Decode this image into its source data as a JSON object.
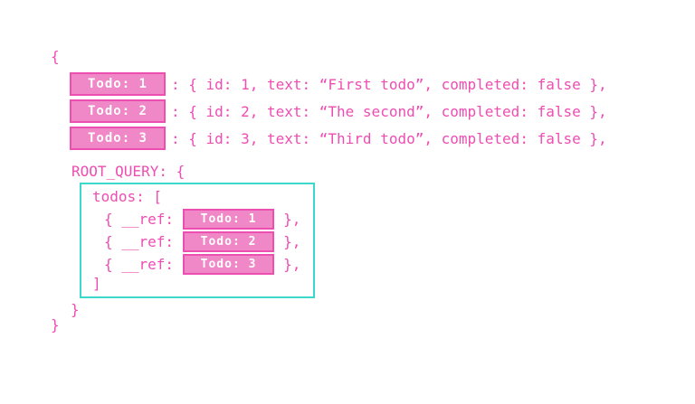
{
  "colors": {
    "background": "#ffffff",
    "text_pink": "#ee4db2",
    "badge_fill": "#f087c6",
    "badge_border": "#ec4fb0",
    "badge_text": "#ffffff",
    "box_border": "#3bd8cb"
  },
  "diagram": {
    "outer_open_brace": "{",
    "entities": [
      {
        "badge": "Todo: 1",
        "value": ": { id: 1, text: “First todo”, completed: false },"
      },
      {
        "badge": "Todo: 2",
        "value": ": { id: 2, text: “The second”, completed: false },"
      },
      {
        "badge": "Todo: 3",
        "value": ": { id: 3, text: “Third todo”, completed: false },"
      }
    ],
    "root_query": {
      "label": "ROOT_QUERY: {",
      "todos_open": "todos: [",
      "refs": [
        {
          "prefix": "{ __ref:",
          "badge": "Todo: 1",
          "suffix": "},"
        },
        {
          "prefix": "{ __ref:",
          "badge": "Todo: 2",
          "suffix": "},"
        },
        {
          "prefix": "{ __ref:",
          "badge": "Todo: 3",
          "suffix": "},"
        }
      ],
      "todos_close": "]",
      "close_brace": "}"
    },
    "outer_close_brace": "}"
  }
}
